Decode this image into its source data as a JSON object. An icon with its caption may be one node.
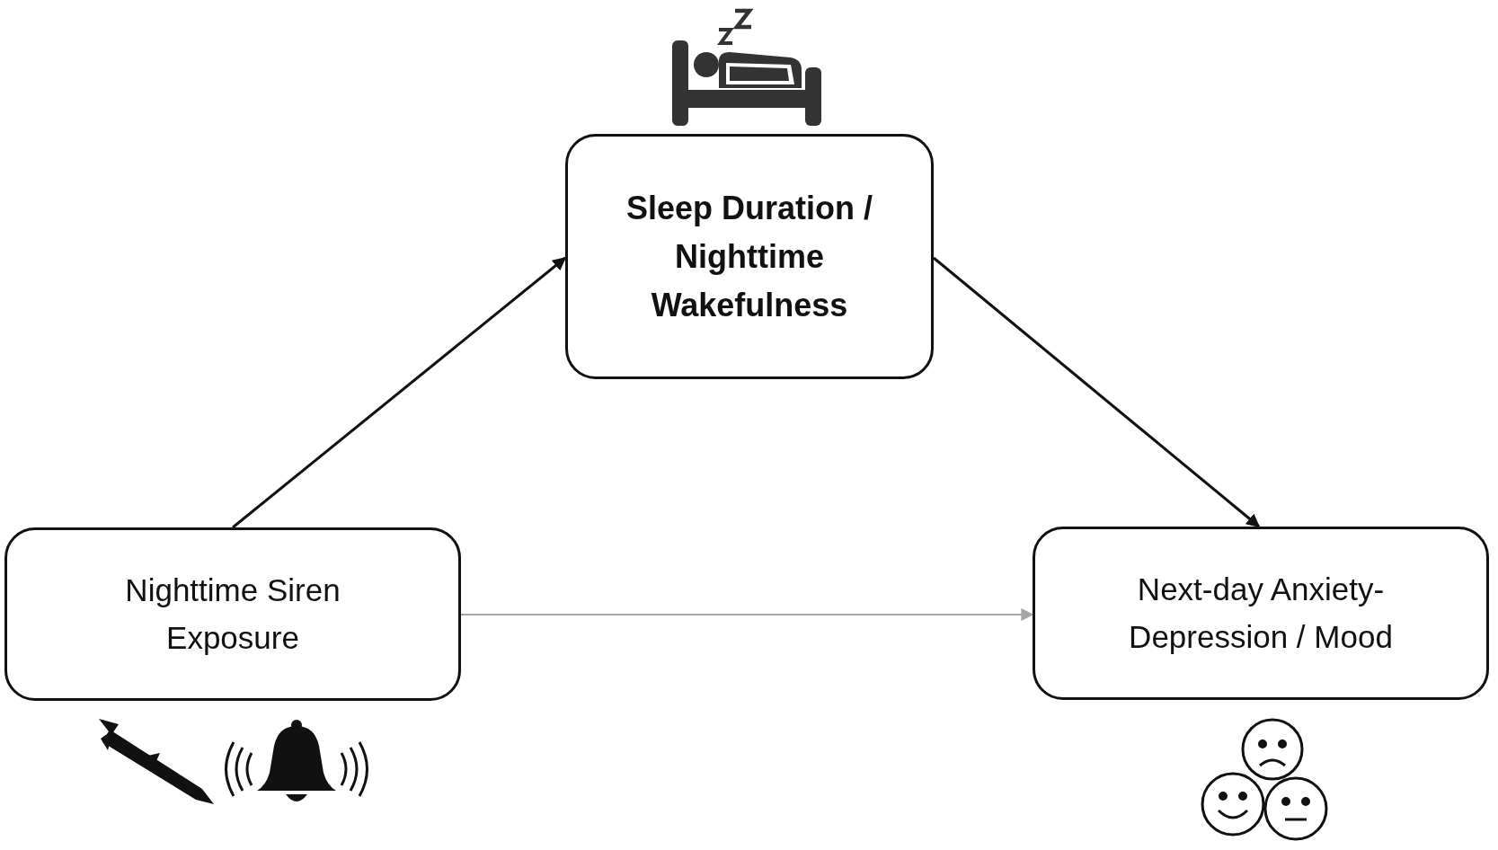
{
  "diagram": {
    "nodes": [
      {
        "text": [
          "Sleep Duration / Nighttime Wakefulness"
        ]
      },
      {
        "text": [
          "Nighttime Siren Exposure"
        ]
      },
      {
        "text": [
          "Next-day Anxiety-Depression / Mood"
        ]
      }
    ],
    "edges": [
      {
        "from": 1,
        "to": 0,
        "arrow": "to"
      },
      {
        "from": 0,
        "to": 2,
        "arrow": "to"
      },
      {
        "from": 1,
        "to": 2,
        "arrow": "to",
        "color": "#a6a6a6"
      }
    ]
  }
}
